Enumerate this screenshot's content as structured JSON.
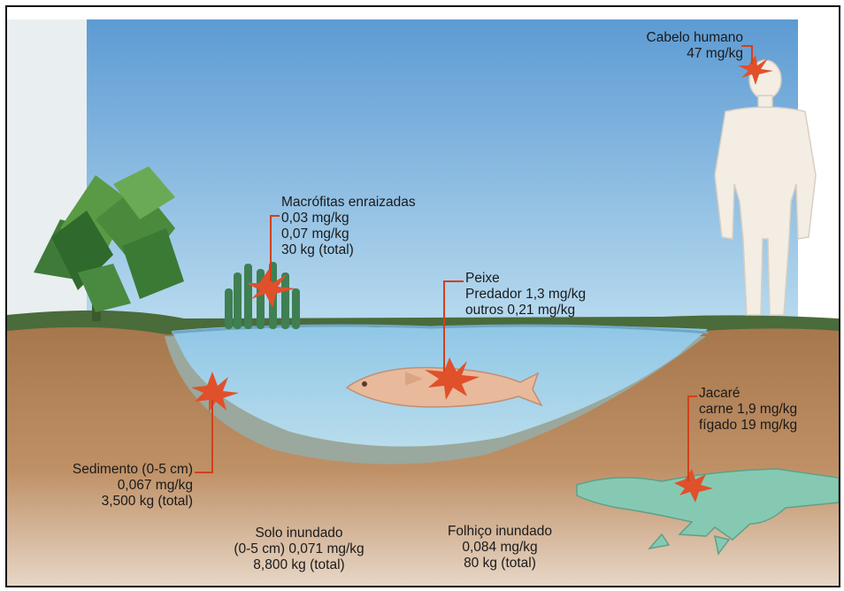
{
  "colors": {
    "sky": "#6ea7d8",
    "water": "#a9d4ea",
    "soil": "#b6865a",
    "grass": "#4a6b3a",
    "highlight": "#e0502a",
    "leader": "#d1401a",
    "fish": "#e8b99b",
    "alligator": "#86c9b3",
    "human": "#f3ede4"
  },
  "labels": {
    "hair": {
      "title": "Cabelo humano",
      "line1": "47 mg/kg"
    },
    "macrophytes": {
      "title": "Macrófitas enraizadas",
      "line1": "0,03 mg/kg",
      "line2": "0,07 mg/kg",
      "line3": "30 kg (total)"
    },
    "fish": {
      "title": "Peixe",
      "line1": "Predador 1,3 mg/kg",
      "line2": "outros 0,21 mg/kg"
    },
    "alligator": {
      "title": "Jacaré",
      "line1": "carne 1,9 mg/kg",
      "line2": "fígado 19 mg/kg"
    },
    "sediment": {
      "title": "Sedimento (0-5 cm)",
      "line1": "0,067 mg/kg",
      "line2": "3,500 kg (total)"
    },
    "soil": {
      "title": "Solo inundado",
      "line1": "(0-5 cm) 0,071 mg/kg",
      "line2": "8,800 kg (total)"
    },
    "litter": {
      "title": "Folhiço inundado",
      "line1": "0,084 mg/kg",
      "line2": "80 kg (total)"
    }
  },
  "icons": [
    "human-figure",
    "fish-icon",
    "alligator-icon",
    "tree-icon",
    "macrophyte-plant-icon",
    "highlight-burst-icon"
  ]
}
